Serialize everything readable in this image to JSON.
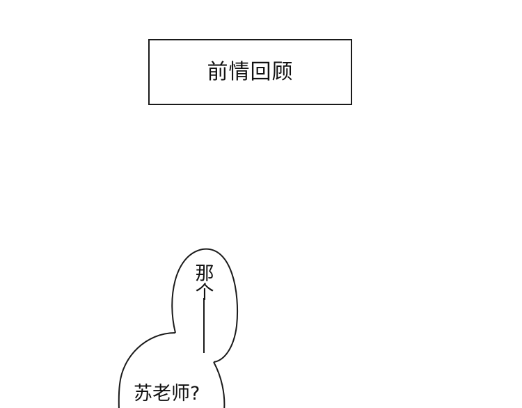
{
  "page": {
    "background_color": "#ffffff",
    "ink_color": "#1a1a1a"
  },
  "title_box": {
    "text": "前情回顾"
  },
  "speech": {
    "top_bubble": {
      "first_char": "那",
      "stutter_glyph": "个"
    },
    "bottom_bubble": {
      "text": "苏老师?"
    }
  }
}
